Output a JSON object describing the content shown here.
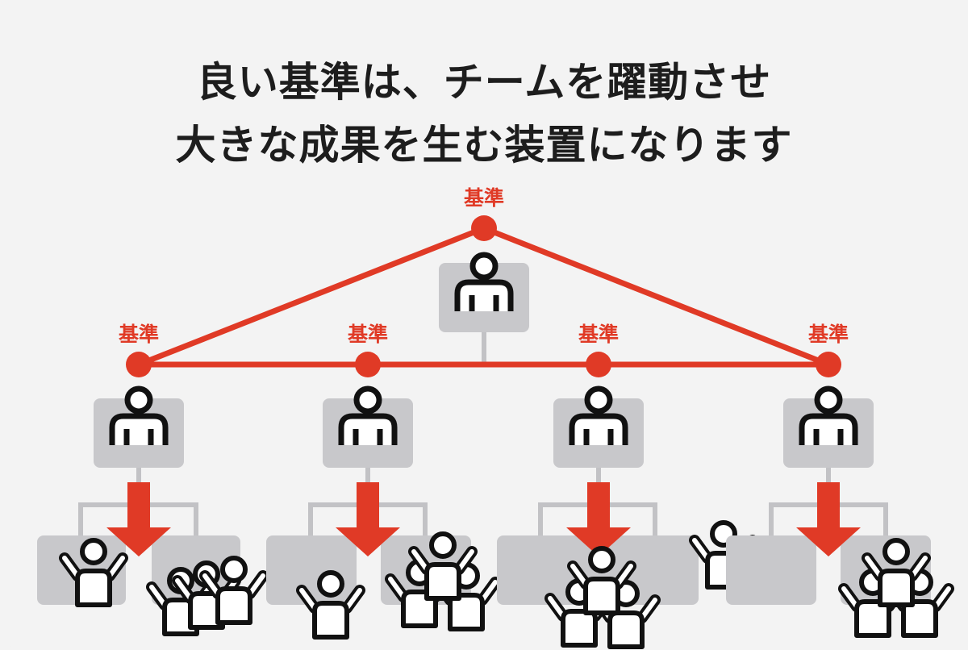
{
  "title": {
    "line1": "良い基準は、チームを躍動させ",
    "line2": "大きな成果を生む装置になります"
  },
  "standards": {
    "top": "基準",
    "items": [
      "基準",
      "基準",
      "基準",
      "基準"
    ]
  },
  "colors": {
    "accent": "#e03a26",
    "box": "#c8c8cb",
    "connector": "#c2c2c5",
    "icon_stroke": "#111111",
    "background": "#f3f3f3",
    "title": "#1d1d1d"
  },
  "icons": {
    "manager": "person-icon",
    "member": "cheering-person-icon",
    "group": "person-group-icon",
    "arrow": "down-arrow-icon"
  }
}
